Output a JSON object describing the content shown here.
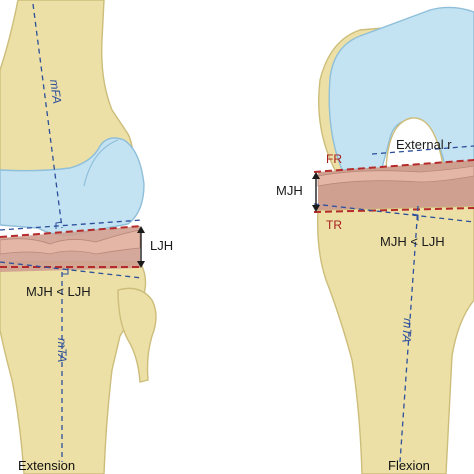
{
  "labels": {
    "extension_axes": {
      "femoral": "mFA",
      "tibial": "mTA"
    },
    "flexion_axes": {
      "tibial": "mTA"
    },
    "lateral_joint_height": "LJH",
    "medial_joint_height": "MJH",
    "extension_relation": "MJH < LJH",
    "flexion_relation": "MJH < LJH",
    "femoral_reference": "FR",
    "tibial_reference": "TR",
    "external_label": "External r",
    "caption_left": "Extension",
    "caption_right": "Flexion"
  },
  "colors": {
    "bone": "#ece0a6",
    "bone_edge": "#cdbd7a",
    "cartilage": "#c3e2f2",
    "cartilage_edge": "#8fbfd9",
    "meniscus": "#d99b85",
    "joint_band": "#cfa090",
    "axis_blue": "#2d4f9c",
    "reference_red": "#b52a2a",
    "text_dark": "#1b1b1b"
  }
}
